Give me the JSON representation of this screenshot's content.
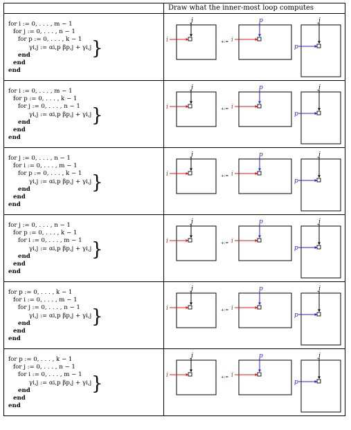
{
  "header": {
    "right_title": "Draw what the inner-most loop computes"
  },
  "rows": [
    {
      "lines": [
        "for i := 0, . . . , m − 1",
        "for j := 0, . . . , n − 1",
        "for p := 0, . . . , k − 1",
        "γi,j := αi,p βp,j + γi,j",
        "end",
        "end",
        "end"
      ]
    },
    {
      "lines": [
        "for i := 0, . . . , m − 1",
        "for p := 0, . . . , k − 1",
        "for j := 0, . . . , n − 1",
        "γi,j := αi,p βp,j + γi,j",
        "end",
        "end",
        "end"
      ]
    },
    {
      "lines": [
        "for j := 0, . . . , n − 1",
        "for i := 0, . . . , m − 1",
        "for p := 0, . . . , k − 1",
        "γi,j := αi,p βp,j + γi,j",
        "end",
        "end",
        "end"
      ]
    },
    {
      "lines": [
        "for j := 0, . . . , n − 1",
        "for p := 0, . . . , k − 1",
        "for i := 0, . . . , m − 1",
        "γi,j := αi,p βp,j + γi,j",
        "end",
        "end",
        "end"
      ]
    },
    {
      "lines": [
        "for p := 0, . . . , k − 1",
        "for i := 0, . . . , m − 1",
        "for j := 0, . . . , n − 1",
        "γi,j := αi,p βp,j + γi,j",
        "end",
        "end",
        "end"
      ]
    },
    {
      "lines": [
        "for p := 0, . . . , k − 1",
        "for j := 0, . . . , n − 1",
        "for i := 0, . . . , m − 1",
        "γi,j := αi,p βp,j + γi,j",
        "end",
        "end",
        "end"
      ]
    }
  ],
  "diagram": {
    "label_i": "i",
    "label_j": "j",
    "label_p": "p",
    "op": "+:=",
    "colors": {
      "i": "#ee1111",
      "j": "#000000",
      "p": "#2a1bd6"
    }
  }
}
